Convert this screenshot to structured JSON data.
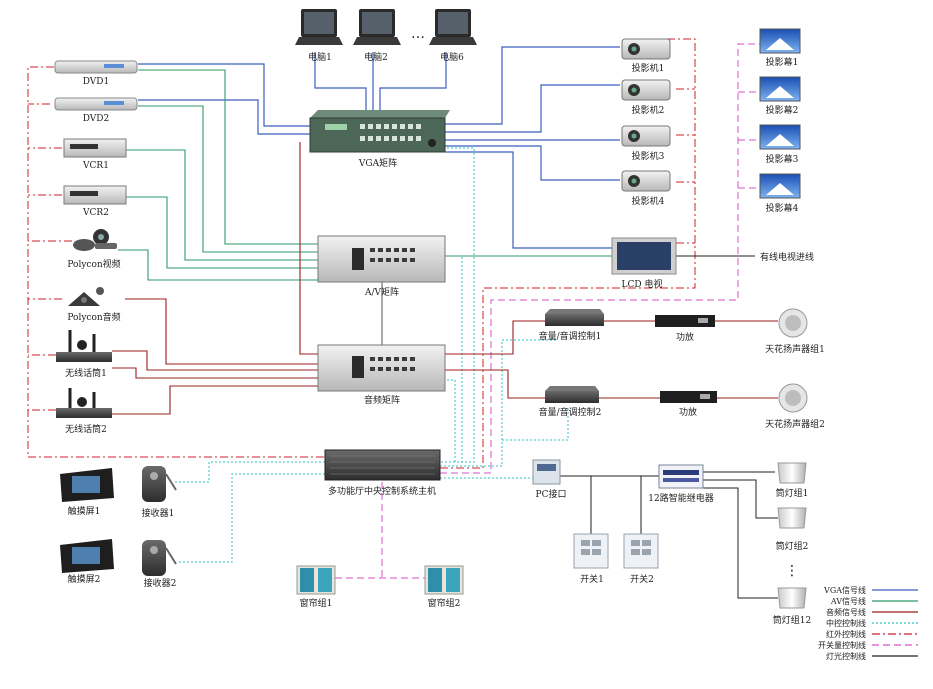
{
  "colors": {
    "vga": "#3a5fc0",
    "av": "#2e9a6a",
    "audio": "#9b1d1d",
    "central_control": "#2ec5c5",
    "infrared": "#c8202a",
    "switching": "#d64fc8",
    "lighting": "#222222"
  },
  "devices": {
    "pc1": "电脑1",
    "pc2": "电脑2",
    "pc6": "电脑6",
    "pc_ellipsis": "…",
    "dvd1": "DVD1",
    "dvd2": "DVD2",
    "vcr1": "VCR1",
    "vcr2": "VCR2",
    "polycom_video": "Polycon视频",
    "polycom_audio": "Polycon音频",
    "wireless_mic1": "无线话筒1",
    "wireless_mic2": "无线话筒2",
    "touch1": "触摸屏1",
    "touch2": "触摸屏2",
    "receiver1": "接收器1",
    "receiver2": "接收器2",
    "vga_matrix": "VGA矩阵",
    "av_matrix": "A/V矩阵",
    "audio_matrix": "音频矩阵",
    "central_host": "多功能厅中央控制系统主机",
    "curtain1": "窗帘组1",
    "curtain2": "窗帘组2",
    "proj1": "投影机1",
    "proj2": "投影机2",
    "proj3": "投影机3",
    "proj4": "投影机4",
    "screen1": "投影幕1",
    "screen2": "投影幕2",
    "screen3": "投影幕3",
    "screen4": "投影幕4",
    "lcd_tv": "LCD 电视",
    "cable_tv": "有线电视进线",
    "vol_ctrl1": "音量/音调控制1",
    "vol_ctrl2": "音量/音调控制2",
    "amp1": "功放",
    "amp2": "功放",
    "spk1": "天花扬声器组1",
    "spk2": "天花扬声器组2",
    "pc_port": "PC接口",
    "switch1": "开关1",
    "switch2": "开关2",
    "relay": "12路智能继电器",
    "lamp1": "筒灯组1",
    "lamp2": "筒灯组2",
    "lamp_dots": "⋮",
    "lamp12": "筒灯组12"
  },
  "legend": [
    {
      "label": "VGA信号线",
      "style": "solid",
      "color": "#3a5fc0"
    },
    {
      "label": "AV信号线",
      "style": "solid",
      "color": "#2e9a6a"
    },
    {
      "label": "音频信号线",
      "style": "solid",
      "color": "#9b1d1d"
    },
    {
      "label": "中控控制线",
      "style": "dotted",
      "color": "#2ec5c5"
    },
    {
      "label": "红外控制线",
      "style": "dashdot",
      "color": "#c8202a"
    },
    {
      "label": "开关量控制线",
      "style": "dashed",
      "color": "#d64fc8"
    },
    {
      "label": "灯光控制线",
      "style": "solid",
      "color": "#222222"
    }
  ]
}
